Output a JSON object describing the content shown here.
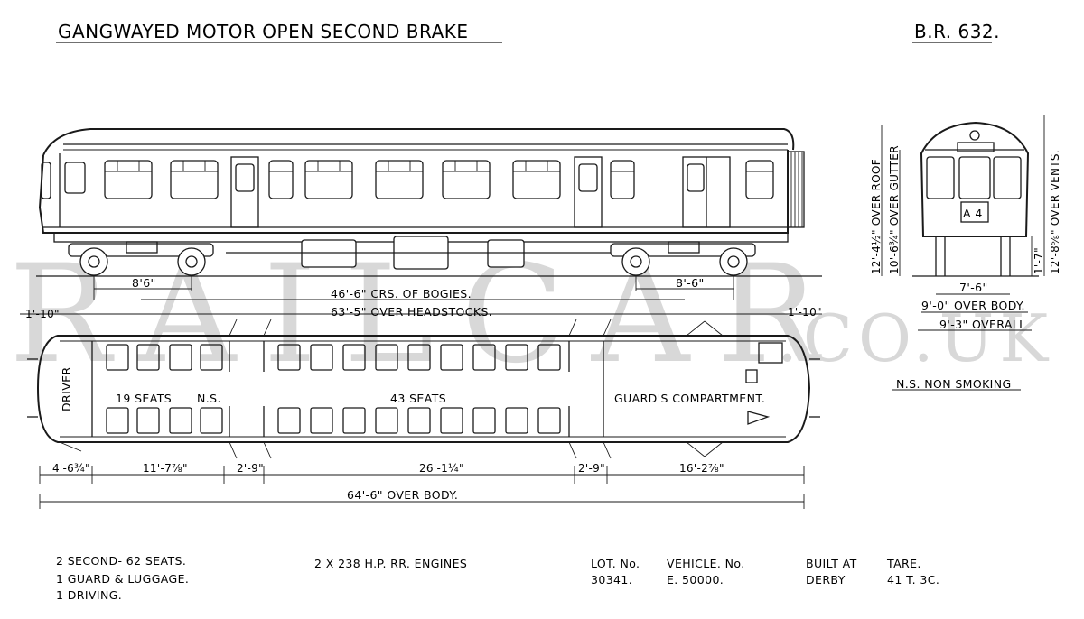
{
  "title": "GANGWAYED MOTOR OPEN SECOND BRAKE",
  "diagram_number": "B.R. 632.",
  "watermark": {
    "main": "RAILCAR",
    "suffix": ".CO.UK"
  },
  "side_elevation": {
    "bogie_wheelbase_left": "8'6\"",
    "bogie_wheelbase_right": "8'-6\"",
    "bogie_centres": "46'-6\" CRS. OF BOGIES.",
    "over_headstocks": "63'-5\" OVER HEADSTOCKS.",
    "end_overhang_left": "1'-10\"",
    "end_overhang_right": "1'-10\""
  },
  "end_elevation": {
    "height_over_roof": "12'-4½\" OVER ROOF",
    "height_over_gutter": "10'-6¾\" OVER GUTTER",
    "height_over_vents": "12'-8⅝\" OVER VENTS.",
    "axle_height": "1'-7\"",
    "width_track": "7'-6\"",
    "width_over_body": "9'-0\" OVER BODY.",
    "width_overall": "9'-3\" OVERALL",
    "headcode": "A 4",
    "legend": "N.S. NON SMOKING"
  },
  "plan": {
    "driver": "DRIVER",
    "ns_seats": "19 SEATS",
    "ns_mark": "N.S.",
    "main_seats": "43 SEATS",
    "guards": "GUARD'S COMPARTMENT.",
    "dims": [
      "4'-6¾\"",
      "11'-7⅞\"",
      "2'-9\"",
      "26'-1¼\"",
      "2'-9\"",
      "16'-2⅞\""
    ],
    "over_body": "64'-6\" OVER BODY."
  },
  "notes": {
    "accommodation": [
      "2 SECOND- 62 SEATS.",
      "1 GUARD & LUGGAGE.",
      "1 DRIVING."
    ],
    "engines": "2 X 238 H.P. RR. ENGINES",
    "lot_label": "LOT. No.",
    "lot_value": "30341.",
    "vehicle_label": "VEHICLE. No.",
    "vehicle_value": "E. 50000.",
    "built_label": "BUILT AT",
    "built_value": "DERBY",
    "tare_label": "TARE.",
    "tare_value": "41 T. 3C."
  }
}
